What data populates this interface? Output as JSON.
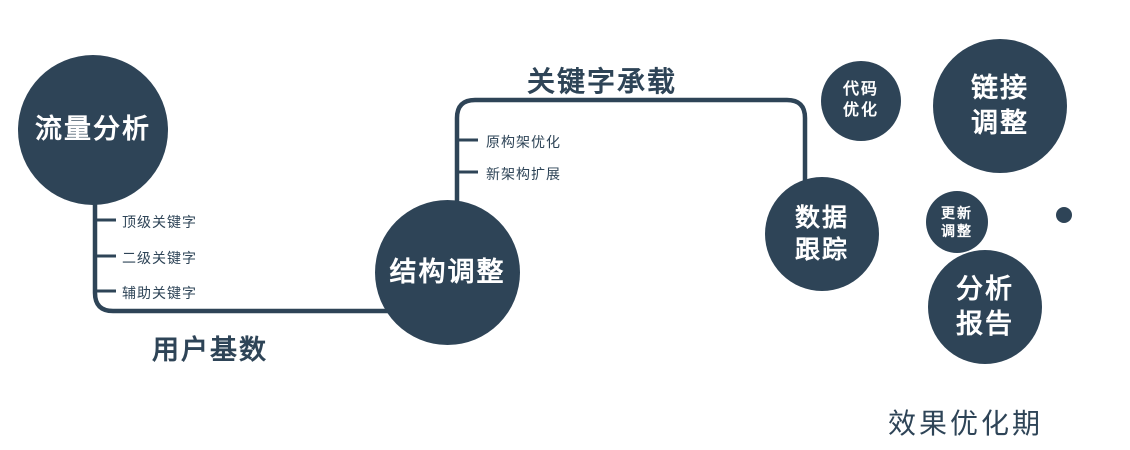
{
  "canvas": {
    "accent_color": "#2e4457",
    "background_color": "#ffffff",
    "text_on_node_color": "#ffffff"
  },
  "nodes": {
    "traffic": {
      "label": "流量分析"
    },
    "structure": {
      "label": "结构调整"
    },
    "data_tracking": {
      "label": "数据跟踪"
    },
    "code_opt": {
      "label": "代码优化"
    },
    "link_adjust": {
      "label": "链接调整"
    },
    "update_adjust": {
      "label": "更新调整"
    },
    "analysis_report": {
      "label": "分析报告"
    }
  },
  "edges": {
    "user_base": {
      "label": "用户基数"
    },
    "keyword_carry": {
      "label": "关键字承载"
    }
  },
  "ticks": {
    "traffic_branch": [
      "顶级关键字",
      "二级关键字",
      "辅助关键字"
    ],
    "structure_branch": [
      "原构架优化",
      "新架构扩展"
    ]
  },
  "caption": {
    "label": "效果优化期"
  }
}
